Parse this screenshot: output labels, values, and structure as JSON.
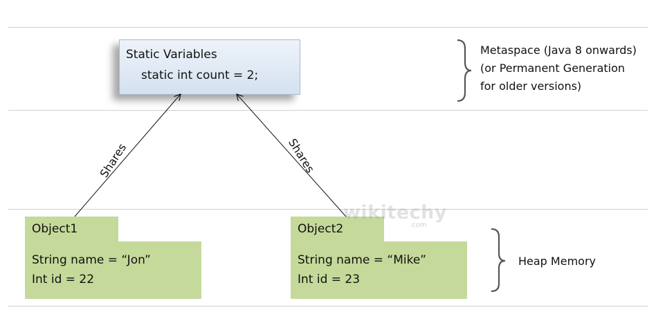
{
  "static_box": {
    "title": "Static Variables",
    "declaration": "static int count = 2;"
  },
  "objects": [
    {
      "title": "Object1",
      "line1": "String name = “Jon”",
      "line2": "Int id = 22"
    },
    {
      "title": "Object2",
      "line1": "String name = “Mike”",
      "line2": "Int id = 23"
    }
  ],
  "arrows": {
    "left_label": "Shares",
    "right_label": "Shares"
  },
  "regions": {
    "metaspace": {
      "line1": "Metaspace (Java 8 onwards)",
      "line2": "(or Permanent Generation",
      "line3": "for older versions)"
    },
    "heap": {
      "label": "Heap Memory"
    }
  },
  "watermark": {
    "brand": "wikitechy",
    "suffix": ".com"
  },
  "colors": {
    "object_fill": "#c5d99a",
    "static_fill": "#dfe8f4",
    "divider": "#cfcfcf"
  },
  "icons": {
    "brace": "right-curly-brace-icon",
    "arrow": "arrowhead-icon"
  }
}
